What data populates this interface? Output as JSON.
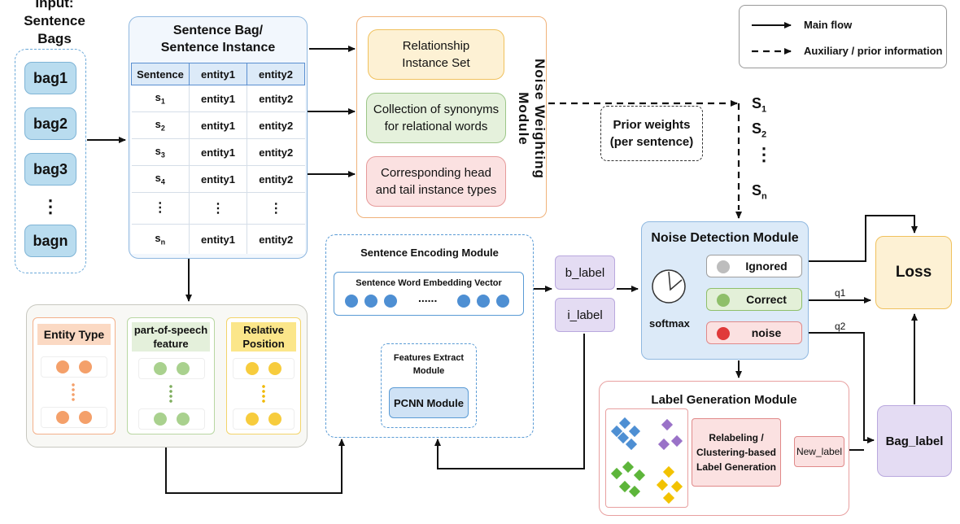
{
  "input": {
    "title": "Input:",
    "subtitle": "Sentence Bags",
    "bags": [
      "bag1",
      "bag2",
      "bag3",
      "⋮",
      "bagn"
    ]
  },
  "sentence_bag": {
    "title_line1": "Sentence Bag/",
    "title_line2": "Sentence Instance",
    "headers": [
      "Sentence",
      "entity1",
      "entity2"
    ],
    "rows": [
      {
        "s": "s",
        "sub": "1",
        "e1": "entity1",
        "e2": "entity2"
      },
      {
        "s": "s",
        "sub": "2",
        "e1": "entity1",
        "e2": "entity2"
      },
      {
        "s": "s",
        "sub": "3",
        "e1": "entity1",
        "e2": "entity2"
      },
      {
        "s": "s",
        "sub": "4",
        "e1": "entity1",
        "e2": "entity2"
      },
      {
        "s": "⋮",
        "sub": "",
        "e1": "⋮",
        "e2": "⋮"
      },
      {
        "s": "s",
        "sub": "n",
        "e1": "entity1",
        "e2": "entity2"
      }
    ]
  },
  "noise_weighting": {
    "title": "Noise Weighting Module",
    "items": [
      {
        "line1": "Relationship",
        "line2": "Instance Set",
        "bg": "#fdf1d4",
        "border": "#f0c15d"
      },
      {
        "line1": "Collection of synonyms",
        "line2": "for relational words",
        "bg": "#e5f1dc",
        "border": "#9cc688"
      },
      {
        "line1": "Corresponding head",
        "line2": "and tail instance types",
        "bg": "#fbe1e1",
        "border": "#e69a9a"
      }
    ]
  },
  "legend": {
    "main": "Main flow",
    "aux": "Auxiliary / prior information"
  },
  "prior": {
    "line1": "Prior weights",
    "line2": "(per sentence)"
  },
  "s_labels": [
    {
      "s": "S",
      "sub": "1"
    },
    {
      "s": "S",
      "sub": "2"
    },
    {
      "s": "⋮",
      "sub": ""
    },
    {
      "s": "S",
      "sub": "n"
    }
  ],
  "features": {
    "entity_type": "Entity Type",
    "pos_line1": "part-of-speech",
    "pos_line2": "feature",
    "rel_line1": "Relative",
    "rel_line2": "Position",
    "colors": {
      "entity": "#f4a06a",
      "pos": "#a9d18e",
      "rel": "#f7cc3d"
    }
  },
  "encoding": {
    "title": "Sentence Encoding Module",
    "embedding": "Sentence Word Embedding Vector",
    "ellipsis": "......",
    "extract_line1": "Features Extract",
    "extract_line2": "Module",
    "pcnn": "PCNN Module"
  },
  "labels": {
    "b_label": "b_label",
    "i_label": "i_label"
  },
  "noise_detection": {
    "title": "Noise Detection Module",
    "softmax": "softmax",
    "rows": [
      {
        "label": "Ignored",
        "dot": "#bdbdbd",
        "bg": "#ffffff",
        "border": "#9e9e9e"
      },
      {
        "label": "Correct",
        "dot": "#8fbf6a",
        "bg": "#e3f0d8",
        "border": "#8fbf6a"
      },
      {
        "label": "noise",
        "dot": "#e03a3a",
        "bg": "#fbe1e1",
        "border": "#e08a8a"
      }
    ]
  },
  "q_labels": {
    "q1": "q1",
    "q2": "q2"
  },
  "loss": "Loss",
  "bag_label": "Bag_label",
  "label_gen": {
    "title": "Label Generation Module",
    "relabel_line1": "Relabeling /",
    "relabel_line2": "Clustering-based",
    "relabel_line3": "Label Generation",
    "new_label": "New_label"
  }
}
